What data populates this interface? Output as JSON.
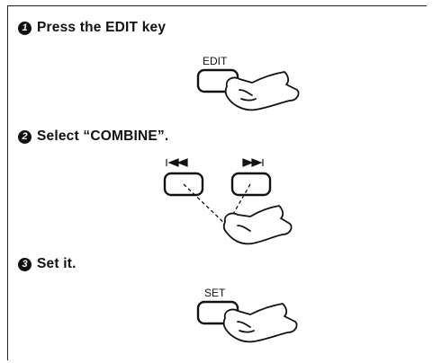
{
  "steps": [
    {
      "number": "1",
      "text": "Press the EDIT key"
    },
    {
      "number": "2",
      "text": "Select “COMBINE”."
    },
    {
      "number": "3",
      "text": "Set it."
    }
  ],
  "keys": {
    "edit": "EDIT",
    "set": "SET"
  },
  "icons": [
    "hand-pointer-icon",
    "skip-back-icon",
    "skip-forward-icon"
  ]
}
